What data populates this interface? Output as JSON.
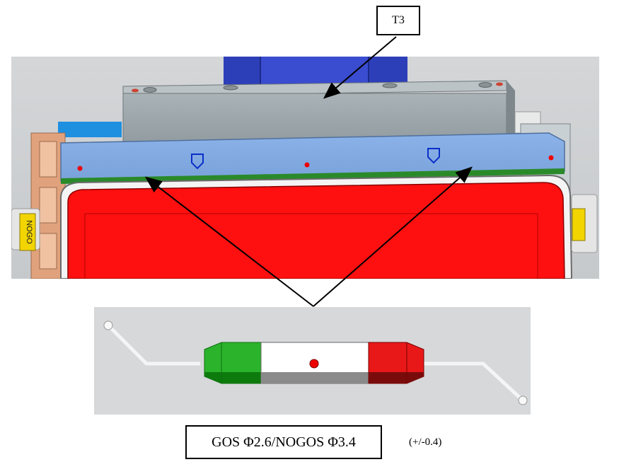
{
  "labels": {
    "part_tag": "T3",
    "gauge_spec": "GOS Φ2.6/NOGOS Φ3.4",
    "tolerance": "(+/-0.4)",
    "side_label": "NOGO"
  },
  "colors": {
    "plate_blue": "#7fa8e0",
    "housing_red": "#ff1010",
    "go_green": "#22b022",
    "nogo_red": "#e01818",
    "block_gray": "#9fa8ad",
    "motor_blue": "#3b4fd0"
  }
}
